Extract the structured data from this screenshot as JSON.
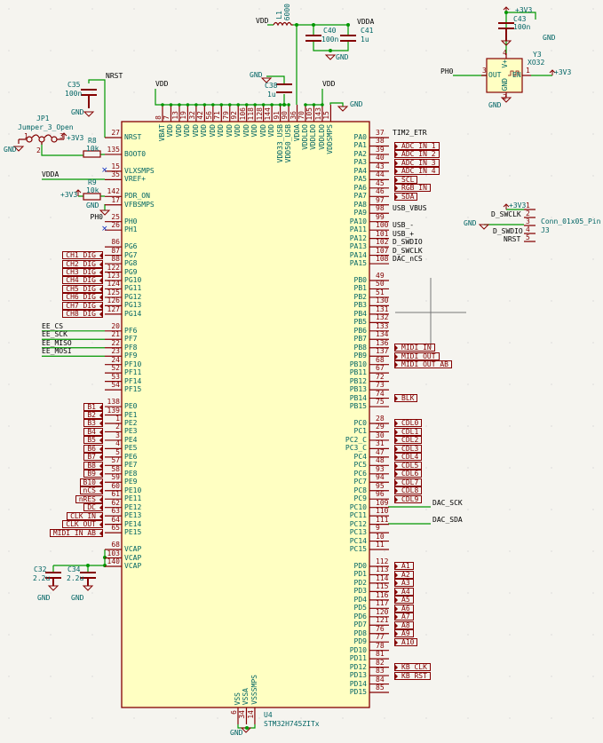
{
  "colors": {
    "background": "#f5f4ef",
    "chip_fill": "#ffffc2",
    "pin": "#840000",
    "pin_name": "#006464",
    "wire": "#009600",
    "junction": "#009600"
  },
  "chip": {
    "ref": "U4",
    "value": "STM32H745ZITx",
    "top_pins": [
      {
        "num": "8",
        "name": "VBAT"
      },
      {
        "num": "7",
        "name": "VDD"
      },
      {
        "num": "13",
        "name": "VDD"
      },
      {
        "num": "19",
        "name": "VDD"
      },
      {
        "num": "32",
        "name": "VDD"
      },
      {
        "num": "42",
        "name": "VDD"
      },
      {
        "num": "56",
        "name": "VDD"
      },
      {
        "num": "71",
        "name": "VDD"
      },
      {
        "num": "79",
        "name": "VDD"
      },
      {
        "num": "92",
        "name": "VDD"
      },
      {
        "num": "106",
        "name": "VDD"
      },
      {
        "num": "118",
        "name": "VDD"
      },
      {
        "num": "128",
        "name": "VDD"
      },
      {
        "num": "144",
        "name": "VDD"
      },
      {
        "num": "91",
        "name": "VDD33_USB"
      },
      {
        "num": "90",
        "name": "VDD50_USB"
      },
      {
        "num": "36",
        "name": "VDDA"
      },
      {
        "num": "70",
        "name": "VDDLDO"
      },
      {
        "num": "105",
        "name": "VDDLDO"
      },
      {
        "num": "143",
        "name": "VDDLDO"
      },
      {
        "num": "15",
        "name": "VDDSMPS"
      }
    ],
    "bottom_pins": [
      {
        "num": "6",
        "name": "VSS"
      },
      {
        "num": "34",
        "name": "VSSA"
      },
      {
        "num": "14",
        "name": "VSSSMPS"
      }
    ],
    "left_pins": [
      {
        "num": "27",
        "name": "NRST",
        "kind": "wire"
      },
      {
        "num": "135",
        "name": "BOOT0",
        "kind": "wire"
      },
      {
        "num": "15",
        "name": "VLXSMPS",
        "kind": "nc"
      },
      {
        "num": "35",
        "name": "VREF+",
        "kind": "wire"
      },
      {
        "num": "142",
        "name": "PDR_ON",
        "kind": "wire"
      },
      {
        "num": "17",
        "name": "VFBSMPS",
        "kind": "wire"
      },
      {
        "num": "25",
        "name": "PH0",
        "kind": "net",
        "label": "PH0"
      },
      {
        "num": "26",
        "name": "PH1",
        "kind": "nc"
      },
      {
        "num": "86",
        "name": "PG6",
        "kind": "none"
      },
      {
        "num": "87",
        "name": "PG7",
        "kind": "hier",
        "label": "CH1_DIG"
      },
      {
        "num": "88",
        "name": "PG8",
        "kind": "hier",
        "label": "CH2_DIG"
      },
      {
        "num": "122",
        "name": "PG9",
        "kind": "hier",
        "label": "CH3_DIG"
      },
      {
        "num": "123",
        "name": "PG10",
        "kind": "hier",
        "label": "CH4_DIG"
      },
      {
        "num": "124",
        "name": "PG11",
        "kind": "hier",
        "label": "CH5_DIG"
      },
      {
        "num": "125",
        "name": "PG12",
        "kind": "hier",
        "label": "CH6_DIG"
      },
      {
        "num": "126",
        "name": "PG13",
        "kind": "hier",
        "label": "CH7_DIG"
      },
      {
        "num": "127",
        "name": "PG14",
        "kind": "hier",
        "label": "CH8_DIG"
      },
      {
        "num": "20",
        "name": "PF6",
        "kind": "longnet",
        "label": "EE_CS"
      },
      {
        "num": "21",
        "name": "PF7",
        "kind": "longnet",
        "label": "EE_SCK"
      },
      {
        "num": "22",
        "name": "PF8",
        "kind": "longnet",
        "label": "EE_MISO"
      },
      {
        "num": "23",
        "name": "PF9",
        "kind": "longnet",
        "label": "EE_MOSI"
      },
      {
        "num": "24",
        "name": "PF10",
        "kind": "none"
      },
      {
        "num": "52",
        "name": "PF11",
        "kind": "none"
      },
      {
        "num": "53",
        "name": "PF14",
        "kind": "none"
      },
      {
        "num": "54",
        "name": "PF15",
        "kind": "none"
      },
      {
        "num": "138",
        "name": "PE0",
        "kind": "hier",
        "label": "B1"
      },
      {
        "num": "139",
        "name": "PE1",
        "kind": "hier",
        "label": "B2"
      },
      {
        "num": "1",
        "name": "PE2",
        "kind": "hier",
        "label": "B3"
      },
      {
        "num": "2",
        "name": "PE3",
        "kind": "hier",
        "label": "B4"
      },
      {
        "num": "3",
        "name": "PE4",
        "kind": "hier",
        "label": "B5"
      },
      {
        "num": "4",
        "name": "PE5",
        "kind": "hier",
        "label": "B6"
      },
      {
        "num": "5",
        "name": "PE6",
        "kind": "hier",
        "label": "B7"
      },
      {
        "num": "57",
        "name": "PE7",
        "kind": "hier",
        "label": "B8"
      },
      {
        "num": "58",
        "name": "PE8",
        "kind": "hier",
        "label": "B9"
      },
      {
        "num": "59",
        "name": "PE9",
        "kind": "hier",
        "label": "B10"
      },
      {
        "num": "60",
        "name": "PE10",
        "kind": "hier",
        "label": "nCS"
      },
      {
        "num": "61",
        "name": "PE11",
        "kind": "hier",
        "label": "nRES"
      },
      {
        "num": "62",
        "name": "PE12",
        "kind": "hier",
        "label": "DC"
      },
      {
        "num": "63",
        "name": "PE13",
        "kind": "hier",
        "label": "CLK_IN"
      },
      {
        "num": "64",
        "name": "PE14",
        "kind": "hier",
        "label": "CLK_OUT"
      },
      {
        "num": "65",
        "name": "PE15",
        "kind": "hier",
        "label": "MIDI_IN_AB"
      },
      {
        "num": "68",
        "name": "VCAP",
        "kind": "wire"
      },
      {
        "num": "103",
        "name": "VCAP",
        "kind": "wire"
      },
      {
        "num": "140",
        "name": "VCAP",
        "kind": "wire"
      }
    ],
    "right_pins": [
      {
        "num": "37",
        "name": "PA0",
        "kind": "net",
        "label": "TIM2_ETR"
      },
      {
        "num": "38",
        "name": "PA1",
        "kind": "hier",
        "label": "ADC_IN_1"
      },
      {
        "num": "39",
        "name": "PA2",
        "kind": "hier",
        "label": "ADC_IN_2"
      },
      {
        "num": "40",
        "name": "PA3",
        "kind": "hier",
        "label": "ADC_IN_3"
      },
      {
        "num": "43",
        "name": "PA4",
        "kind": "hier",
        "label": "ADC_IN_4"
      },
      {
        "num": "44",
        "name": "PA5",
        "kind": "hier",
        "label": "SCL"
      },
      {
        "num": "45",
        "name": "PA6",
        "kind": "hier",
        "label": "RGB_IN"
      },
      {
        "num": "46",
        "name": "PA7",
        "kind": "hier",
        "label": "SDA"
      },
      {
        "num": "97",
        "name": "PA8",
        "kind": "none"
      },
      {
        "num": "98",
        "name": "PA9",
        "kind": "net",
        "label": "USB_VBUS"
      },
      {
        "num": "99",
        "name": "PA10",
        "kind": "none"
      },
      {
        "num": "100",
        "name": "PA11",
        "kind": "net",
        "label": "USB_-"
      },
      {
        "num": "101",
        "name": "PA12",
        "kind": "net",
        "label": "USB_+"
      },
      {
        "num": "102",
        "name": "PA13",
        "kind": "net",
        "label": "D_SWDIO"
      },
      {
        "num": "107",
        "name": "PA14",
        "kind": "net",
        "label": "D_SWCLK"
      },
      {
        "num": "108",
        "name": "PA15",
        "kind": "net",
        "label": "DAC_nCS"
      },
      {
        "num": "49",
        "name": "PB0",
        "kind": "none"
      },
      {
        "num": "50",
        "name": "PB1",
        "kind": "none"
      },
      {
        "num": "51",
        "name": "PB2",
        "kind": "none"
      },
      {
        "num": "130",
        "name": "PB3",
        "kind": "none"
      },
      {
        "num": "131",
        "name": "PB4",
        "kind": "none"
      },
      {
        "num": "132",
        "name": "PB5",
        "kind": "none"
      },
      {
        "num": "133",
        "name": "PB6",
        "kind": "none"
      },
      {
        "num": "134",
        "name": "PB7",
        "kind": "none"
      },
      {
        "num": "136",
        "name": "PB8",
        "kind": "hier",
        "label": "MIDI_IN"
      },
      {
        "num": "137",
        "name": "PB9",
        "kind": "hier",
        "label": "MIDI_OUT"
      },
      {
        "num": "68",
        "name": "PB10",
        "kind": "hier",
        "label": "MIDI_OUT_AB"
      },
      {
        "num": "67",
        "name": "PB11",
        "kind": "none"
      },
      {
        "num": "72",
        "name": "PB12",
        "kind": "none"
      },
      {
        "num": "73",
        "name": "PB13",
        "kind": "none"
      },
      {
        "num": "74",
        "name": "PB14",
        "kind": "hier",
        "label": "BLK"
      },
      {
        "num": "75",
        "name": "PB15",
        "kind": "none"
      },
      {
        "num": "28",
        "name": "PC0",
        "kind": "hier",
        "label": "CDL0"
      },
      {
        "num": "29",
        "name": "PC1",
        "kind": "hier",
        "label": "CDL1"
      },
      {
        "num": "30",
        "name": "PC2_C",
        "kind": "hier",
        "label": "CDL2"
      },
      {
        "num": "31",
        "name": "PC3_C",
        "kind": "hier",
        "label": "CDL3"
      },
      {
        "num": "47",
        "name": "PC4",
        "kind": "hier",
        "label": "CDL4"
      },
      {
        "num": "48",
        "name": "PC5",
        "kind": "hier",
        "label": "CDL5"
      },
      {
        "num": "93",
        "name": "PC6",
        "kind": "hier",
        "label": "CDL6"
      },
      {
        "num": "94",
        "name": "PC7",
        "kind": "hier",
        "label": "CDL7"
      },
      {
        "num": "95",
        "name": "PC8",
        "kind": "hier",
        "label": "CDL8"
      },
      {
        "num": "96",
        "name": "PC9",
        "kind": "hier",
        "label": "CDL9"
      },
      {
        "num": "109",
        "name": "PC10",
        "kind": "longnet",
        "label": "DAC_SCK"
      },
      {
        "num": "110",
        "name": "PC11",
        "kind": "none"
      },
      {
        "num": "111",
        "name": "PC12",
        "kind": "longnet",
        "label": "DAC_SDA"
      },
      {
        "num": "9",
        "name": "PC13",
        "kind": "none"
      },
      {
        "num": "10",
        "name": "PC14",
        "kind": "none"
      },
      {
        "num": "11",
        "name": "PC15",
        "kind": "none"
      },
      {
        "num": "112",
        "name": "PD0",
        "kind": "hier",
        "label": "A1"
      },
      {
        "num": "113",
        "name": "PD1",
        "kind": "hier",
        "label": "A2"
      },
      {
        "num": "114",
        "name": "PD2",
        "kind": "hier",
        "label": "A3"
      },
      {
        "num": "115",
        "name": "PD3",
        "kind": "hier",
        "label": "A4"
      },
      {
        "num": "116",
        "name": "PD4",
        "kind": "hier",
        "label": "A5"
      },
      {
        "num": "117",
        "name": "PD5",
        "kind": "hier",
        "label": "A6"
      },
      {
        "num": "120",
        "name": "PD6",
        "kind": "hier",
        "label": "A7"
      },
      {
        "num": "121",
        "name": "PD7",
        "kind": "hier",
        "label": "A8"
      },
      {
        "num": "76",
        "name": "PD8",
        "kind": "hier",
        "label": "A9"
      },
      {
        "num": "77",
        "name": "PD9",
        "kind": "hier",
        "label": "A10"
      },
      {
        "num": "78",
        "name": "PD10",
        "kind": "none"
      },
      {
        "num": "81",
        "name": "PD11",
        "kind": "none"
      },
      {
        "num": "82",
        "name": "PD12",
        "kind": "hier",
        "label": "KB_CLK"
      },
      {
        "num": "83",
        "name": "PD13",
        "kind": "hier",
        "label": "KB_RST"
      },
      {
        "num": "84",
        "name": "PD14",
        "kind": "none"
      },
      {
        "num": "85",
        "name": "PD15",
        "kind": "none"
      }
    ]
  },
  "power_top": {
    "vdd_l1": "VDD",
    "l1_ref": "L1",
    "l1_value": "6000",
    "vdda": "VDDA",
    "c40_ref": "C40",
    "c40_value": "100n",
    "c41_ref": "C41",
    "c41_value": "1u",
    "gnd_c40": "GND",
    "gnd_c38": "GND",
    "c38_ref": "C38",
    "c38_value": "1u",
    "vdd_left": "VDD",
    "vdd_ldo": "VDD",
    "gnd_smps": "GND"
  },
  "reset": {
    "nrst": "NRST",
    "c35_ref": "C35",
    "c35_value": "100n",
    "gnd": "GND"
  },
  "boot": {
    "jp1_ref": "JP1",
    "jp1_value": "Jumper_3_Open",
    "pin1": "1",
    "pin2": "2",
    "pin3": "3",
    "v33": "+3V3",
    "gnd": "GND",
    "r8_ref": "R8",
    "r8_value": "10k"
  },
  "vref": {
    "vdda": "VDDA",
    "r9_ref": "R9",
    "r9_value": "10k",
    "v33": "+3V3",
    "gnd": "GND"
  },
  "vcap": {
    "c32_ref": "C32",
    "c32_value": "2.2u",
    "c34_ref": "C34",
    "c34_value": "2.2u",
    "gnd1": "GND",
    "gnd2": "GND"
  },
  "bottom": {
    "gnd": "GND"
  },
  "osc": {
    "ref": "Y3",
    "value": "XO32",
    "c43_ref": "C43",
    "c43_value": "100n",
    "v33_top": "+3V3",
    "gnd_c43": "GND",
    "ph0": "PH0",
    "gnd": "GND",
    "v33_en": "+3V3",
    "out": "OUT",
    "en": "EN",
    "vplus": "V+",
    "gnd_pin": "GND",
    "pin_out": "3",
    "pin_en": "1",
    "pin_vplus": "4",
    "pin_gnd": "2"
  },
  "swd": {
    "ref": "J3",
    "value": "Conn_01x05_Pin",
    "v33": "+3V3",
    "gnd": "GND",
    "labels": [
      "D_SWCLK",
      "D_SWDIO",
      "NRST"
    ],
    "pins": [
      "1",
      "2",
      "3",
      "4",
      "5"
    ]
  }
}
